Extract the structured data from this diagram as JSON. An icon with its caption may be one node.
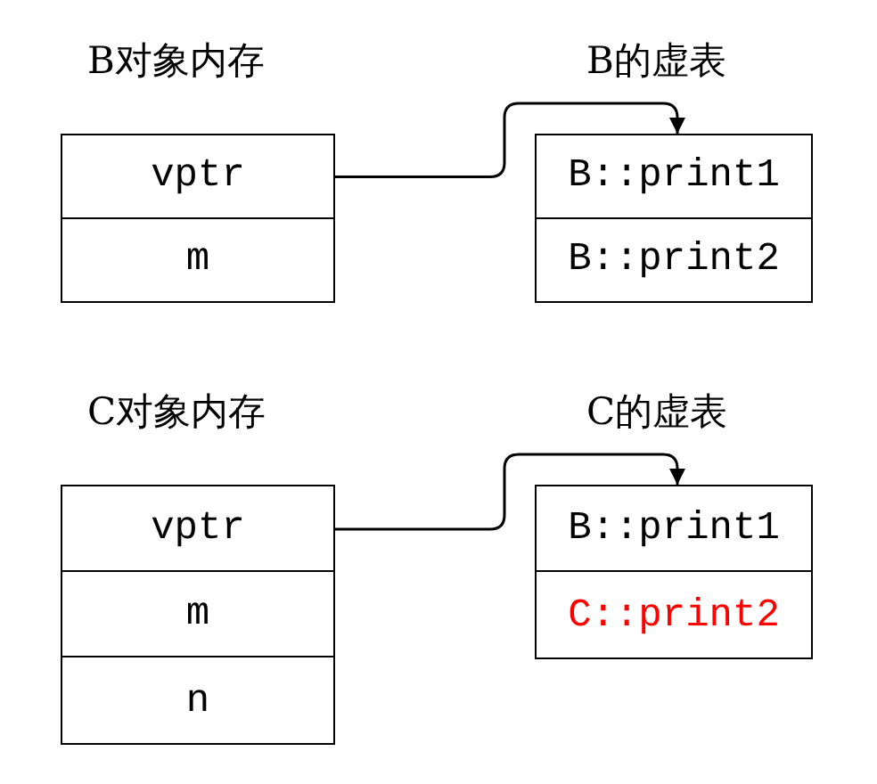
{
  "diagram": {
    "nodes": [
      {
        "text": [
          "B对象内存"
        ]
      },
      {
        "text": [
          "vptr"
        ],
        "in": 0
      },
      {
        "text": [
          "m"
        ],
        "in": 0
      },
      {
        "text": [
          "B的虚表"
        ]
      },
      {
        "text": [
          "B::print1"
        ],
        "in": 3
      },
      {
        "text": [
          "B::print2"
        ],
        "in": 3
      },
      {
        "text": [
          "C对象内存"
        ]
      },
      {
        "text": [
          "vptr"
        ],
        "in": 6
      },
      {
        "text": [
          "m"
        ],
        "in": 6
      },
      {
        "text": [
          "n"
        ],
        "in": 6
      },
      {
        "text": [
          "C的虚表"
        ]
      },
      {
        "text": [
          "B::print1"
        ],
        "in": 10
      },
      {
        "text": [
          "C::print2"
        ],
        "in": 10
      }
    ],
    "edges": [
      {
        "from": 1,
        "to": 3,
        "arrow": "to"
      },
      {
        "from": 7,
        "to": 10,
        "arrow": "to"
      }
    ]
  }
}
